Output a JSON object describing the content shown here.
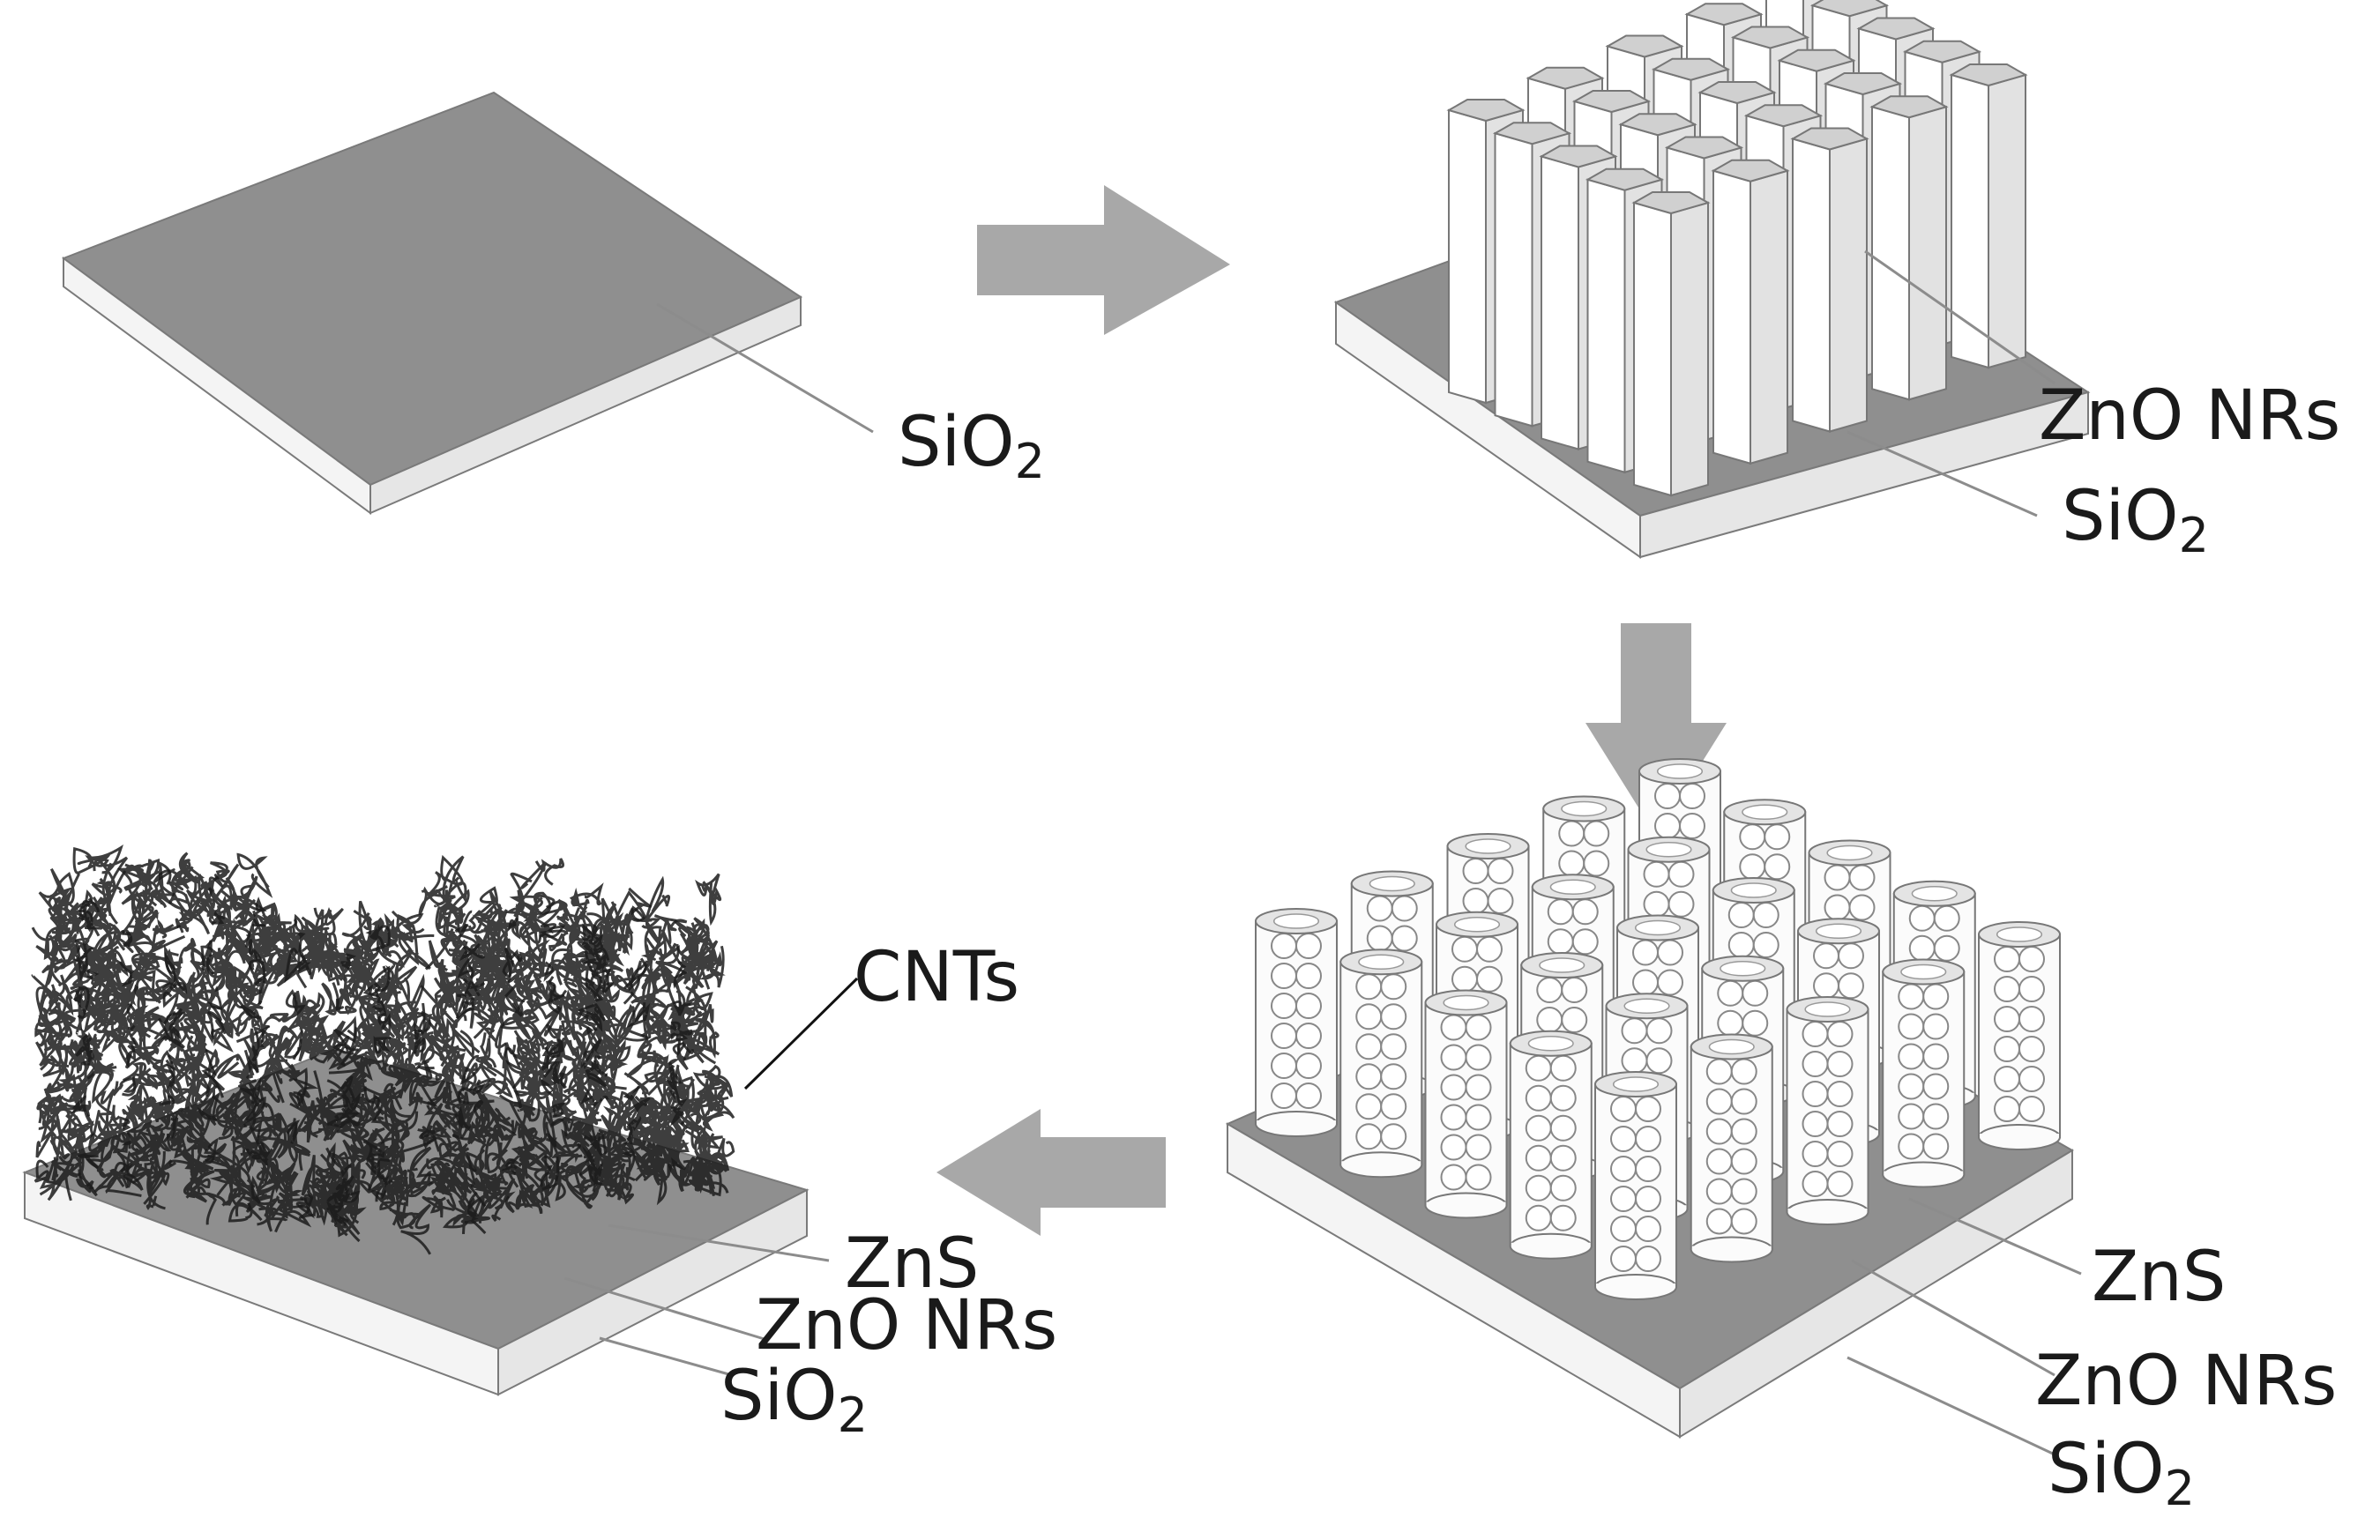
{
  "colors": {
    "substrate_top": "#8f8f8f",
    "substrate_side_light": "#f4f4f4",
    "substrate_side_dark": "#dcdcdc",
    "edge": "#7a7a7a",
    "rod_front": "#ffffff",
    "rod_side": "#e2e2e2",
    "rod_top": "#d0d0d0",
    "arrow": "#a8a8a8",
    "cnt": "#1c1c1c"
  },
  "panels": {
    "step1": {
      "labels": {
        "sio2": {
          "main": "SiO",
          "sub": "2"
        }
      }
    },
    "step2": {
      "labels": {
        "zno": "ZnO NRs",
        "sio2": {
          "main": "SiO",
          "sub": "2"
        }
      }
    },
    "step3": {
      "labels": {
        "zns": "ZnS",
        "zno": "ZnO NRs",
        "sio2": {
          "main": "SiO",
          "sub": "2"
        }
      }
    },
    "step4": {
      "labels": {
        "cnts": "CNTs",
        "zns": "ZnS",
        "zno": "ZnO NRs",
        "sio2": {
          "main": "SiO",
          "sub": "2"
        }
      }
    }
  },
  "arrows": [
    {
      "name": "arrow-step1-to-step2",
      "direction": "right"
    },
    {
      "name": "arrow-step2-to-step3",
      "direction": "down"
    },
    {
      "name": "arrow-step3-to-step4",
      "direction": "left"
    }
  ]
}
